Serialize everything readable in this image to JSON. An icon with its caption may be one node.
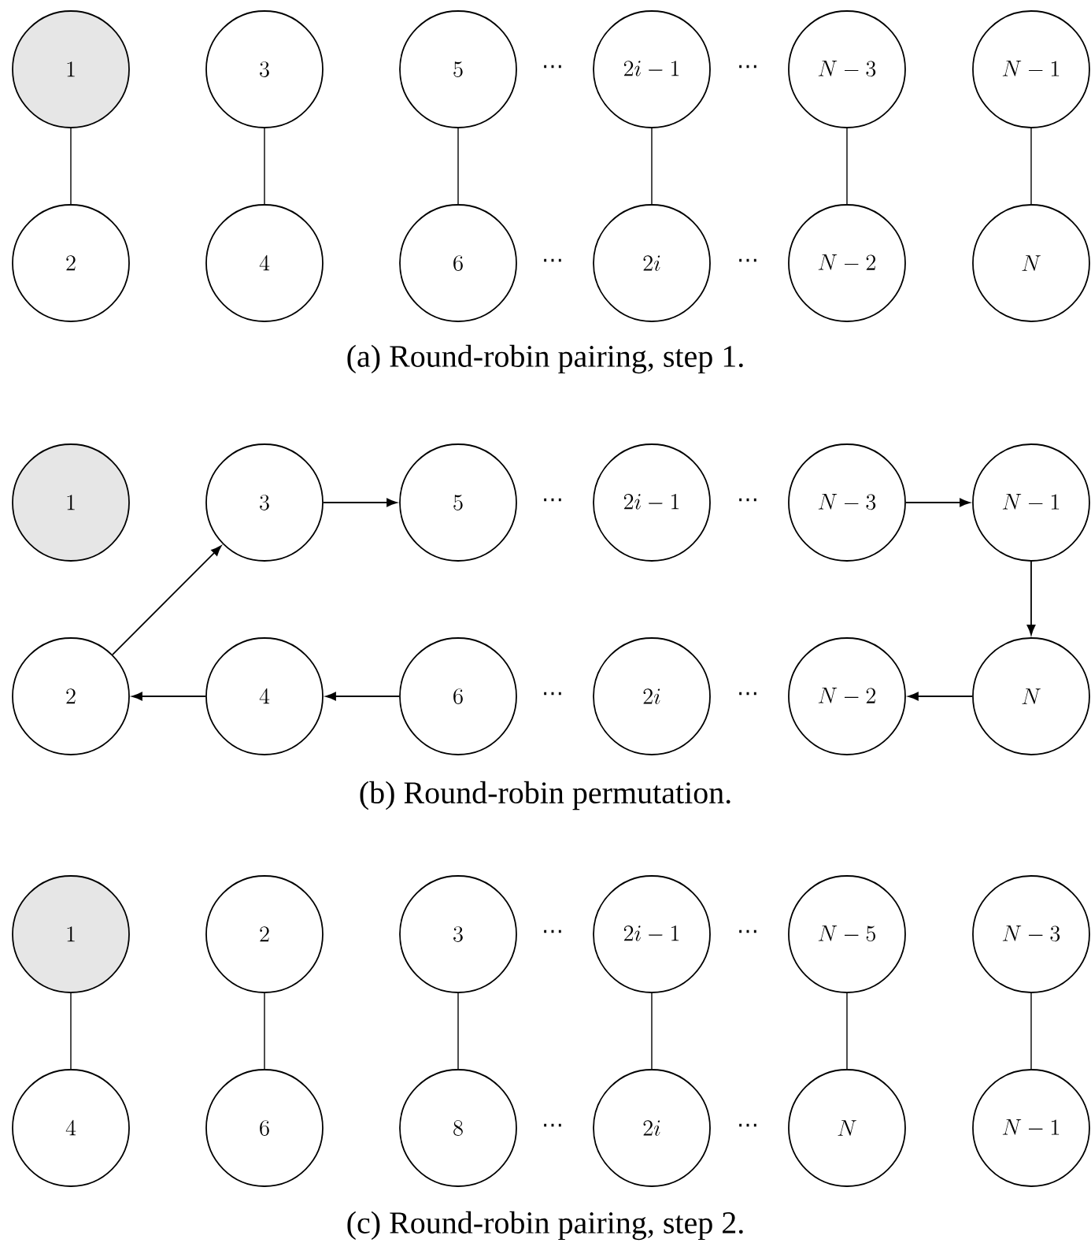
{
  "diagram": {
    "nodes": [
      {
        "text": [
          "1"
        ]
      },
      {
        "text": [
          "3"
        ]
      },
      {
        "text": [
          "5"
        ]
      },
      {
        "text": [
          "2i-1"
        ]
      },
      {
        "text": [
          "N-3"
        ]
      },
      {
        "text": [
          "N-1"
        ]
      },
      {
        "text": [
          "2"
        ]
      },
      {
        "text": [
          "4"
        ]
      },
      {
        "text": [
          "6"
        ]
      },
      {
        "text": [
          "2i"
        ]
      },
      {
        "text": [
          "N-2"
        ]
      },
      {
        "text": [
          "N"
        ]
      },
      {
        "text": [
          "1"
        ]
      },
      {
        "text": [
          "3"
        ]
      },
      {
        "text": [
          "5"
        ]
      },
      {
        "text": [
          "2i-1"
        ]
      },
      {
        "text": [
          "N-3"
        ]
      },
      {
        "text": [
          "N-1"
        ]
      },
      {
        "text": [
          "2"
        ]
      },
      {
        "text": [
          "4"
        ]
      },
      {
        "text": [
          "6"
        ]
      },
      {
        "text": [
          "2i"
        ]
      },
      {
        "text": [
          "N-2"
        ]
      },
      {
        "text": [
          "N"
        ]
      },
      {
        "text": [
          "1"
        ]
      },
      {
        "text": [
          "2"
        ]
      },
      {
        "text": [
          "3"
        ]
      },
      {
        "text": [
          "2i-1"
        ]
      },
      {
        "text": [
          "N-5"
        ]
      },
      {
        "text": [
          "N-3"
        ]
      },
      {
        "text": [
          "4"
        ]
      },
      {
        "text": [
          "6"
        ]
      },
      {
        "text": [
          "8"
        ]
      },
      {
        "text": [
          "2i"
        ]
      },
      {
        "text": [
          "N"
        ]
      },
      {
        "text": [
          "N-1"
        ]
      }
    ],
    "edges": [
      {
        "from": 0,
        "to": 6,
        "arrow": "none"
      },
      {
        "from": 1,
        "to": 7,
        "arrow": "none"
      },
      {
        "from": 2,
        "to": 8,
        "arrow": "none"
      },
      {
        "from": 3,
        "to": 9,
        "arrow": "none"
      },
      {
        "from": 4,
        "to": 10,
        "arrow": "none"
      },
      {
        "from": 5,
        "to": 11,
        "arrow": "none"
      },
      {
        "from": 18,
        "to": 13,
        "arrow": "to"
      },
      {
        "from": 13,
        "to": 14,
        "arrow": "to"
      },
      {
        "from": 16,
        "to": 17,
        "arrow": "to"
      },
      {
        "from": 17,
        "to": 23,
        "arrow": "to"
      },
      {
        "from": 23,
        "to": 22,
        "arrow": "to"
      },
      {
        "from": 20,
        "to": 19,
        "arrow": "to"
      },
      {
        "from": 19,
        "to": 18,
        "arrow": "to"
      },
      {
        "from": 24,
        "to": 30,
        "arrow": "none"
      },
      {
        "from": 25,
        "to": 31,
        "arrow": "none"
      },
      {
        "from": 26,
        "to": 32,
        "arrow": "none"
      },
      {
        "from": 27,
        "to": 33,
        "arrow": "none"
      },
      {
        "from": 28,
        "to": 34,
        "arrow": "none"
      },
      {
        "from": 29,
        "to": 35,
        "arrow": "none"
      }
    ],
    "labels": [
      "⋯",
      "⋯",
      "⋯",
      "⋯",
      "(a) Round-robin pairing, step 1.",
      "⋯",
      "⋯",
      "⋯",
      "⋯",
      "(b) Round-robin permutation.",
      "⋯",
      "⋯",
      "⋯",
      "⋯",
      "(c) Round-robin pairing, step 2."
    ]
  }
}
